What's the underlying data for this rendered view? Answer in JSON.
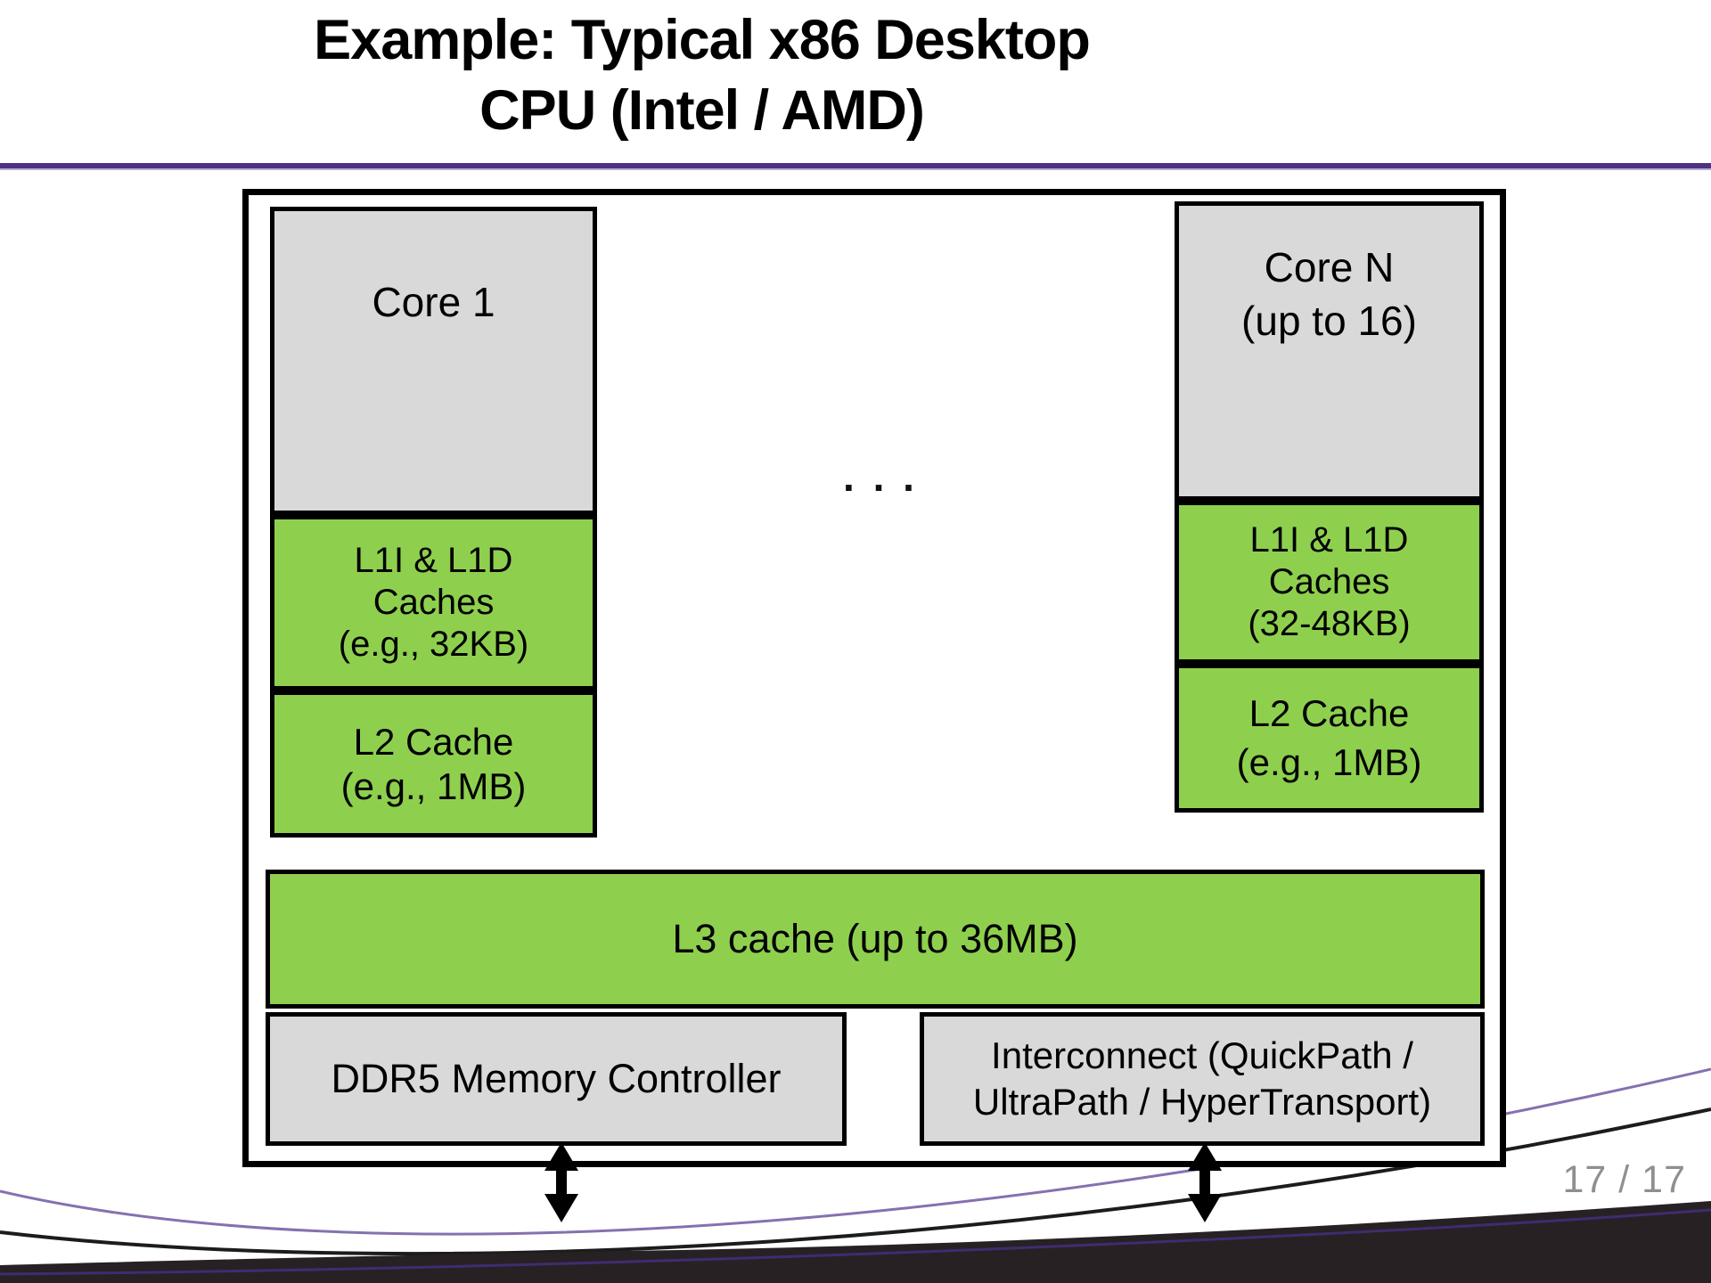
{
  "slide": {
    "title_line1": "Example: Typical x86 Desktop",
    "title_line2": "CPU (Intel / AMD)",
    "page_number": "17 / 17"
  },
  "diagram": {
    "core1_label": "Core 1",
    "core_n_label": "Core N\n(up to 16)",
    "l1_left_label": "L1I & L1D\nCaches\n(e.g., 32KB)",
    "l1_right_label": "L1I & L1D\nCaches\n(32-48KB)",
    "l2_left_label": "L2 Cache\n(e.g., 1MB)",
    "l2_right_label": "L2 Cache\n(e.g., 1MB)",
    "ellipsis": ". . .",
    "l3_label": "L3 cache (up to 36MB)",
    "ddr5_label": "DDR5 Memory Controller",
    "interconnect_label": "Interconnect (QuickPath /\nUltraPath / HyperTransport)"
  },
  "colors": {
    "cache_green": "#8ed04e",
    "core_gray": "#d9d9d9",
    "title_rule_purple": "#4f3282",
    "swoosh_black": "#272124",
    "swoosh_purple_light": "#8471b0",
    "swoosh_purple_dark": "#3f2c70",
    "page_number_gray": "#8f8f8f"
  }
}
